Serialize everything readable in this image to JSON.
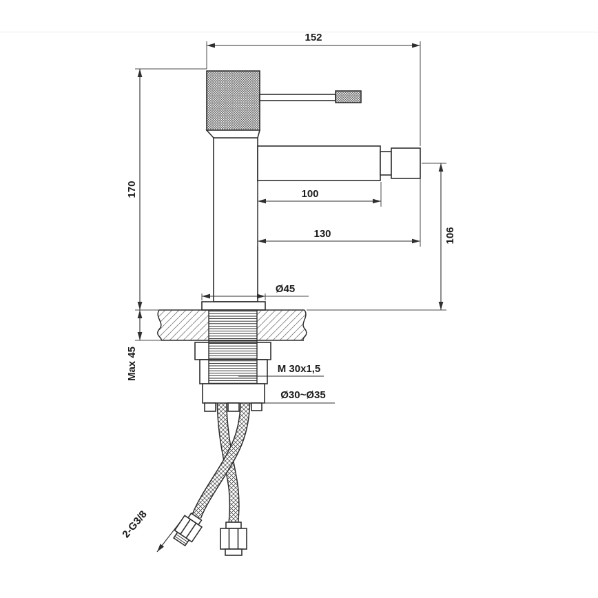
{
  "drawing": {
    "background": "#ffffff",
    "line_color": "#2e2e2e",
    "dim_color": "#1c1c1c"
  },
  "dimensions": {
    "total_width": "152",
    "body_height": "170",
    "spout_reach": "100",
    "spout_total_reach": "130",
    "spout_height": "106",
    "base_diameter": "Ø45",
    "max_deck_thickness": "Max 45",
    "thread_spec": "M 30x1,5",
    "hole_diameter": "Ø30~Ø35",
    "hose_thread": "2-G3/8"
  }
}
